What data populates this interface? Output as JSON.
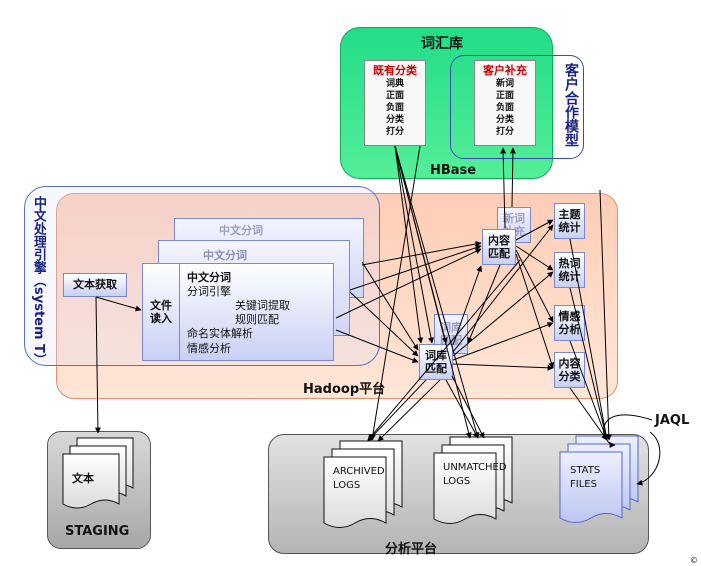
{
  "hbase": {
    "title": "词汇库",
    "footer": "HBase",
    "existing": {
      "title": "既有分类",
      "items": [
        "词典",
        "正面",
        "负面",
        "分类",
        "打分"
      ]
    },
    "customer": {
      "title": "客户补充",
      "items": [
        "新词",
        "正面",
        "负面",
        "分类",
        "打分"
      ]
    },
    "custom_model_label": "客户合作模型"
  },
  "engine": {
    "label": "中文处理引擎（system T）",
    "text_fetch": "文本获取",
    "file_read": "文件读入",
    "ghost1": "中文分词",
    "ghost2": "中文分词",
    "main_lines": [
      "中文分词",
      "分词引擎",
      "关键词提取",
      "规则匹配",
      "命名实体解析",
      "情感分析"
    ]
  },
  "hadoop": {
    "label": "Hadoop平台",
    "content_match": "内容匹配",
    "content_match_ghost": "新词补充",
    "dict_match": "词库匹配",
    "dict_match_ghost": "词库匹配",
    "outputs": [
      "主题统计",
      "热词统计",
      "情感分析",
      "内容分类"
    ]
  },
  "staging": {
    "label": "STAGING",
    "doc": "文本"
  },
  "analysis": {
    "label": "分析平台",
    "archived": "ARCHIVED LOGS",
    "unmatched": "UNMATCHED LOGS",
    "stats": "STATS FILES",
    "jaql": "JAQL"
  },
  "copyright": "©"
}
